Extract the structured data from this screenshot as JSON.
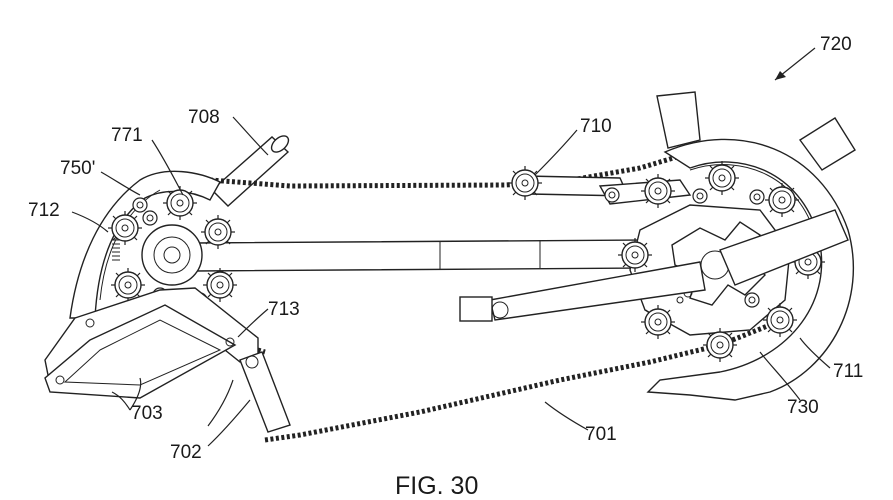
{
  "caption": "FIG. 30",
  "labels": {
    "l708": "708",
    "l771": "771",
    "l750p": "750'",
    "l712": "712",
    "l710": "710",
    "l720": "720",
    "l713": "713",
    "l703": "703",
    "l702": "702",
    "l701": "701",
    "l711": "711",
    "l730": "730"
  }
}
